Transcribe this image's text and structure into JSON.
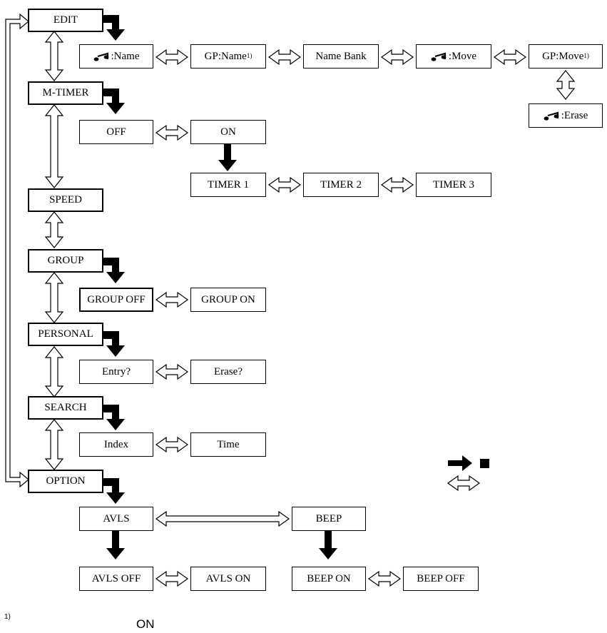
{
  "menu": {
    "edit": "EDIT",
    "mtimer": "M-TIMER",
    "speed": "SPEED",
    "group": "GROUP",
    "personal": "PERSONAL",
    "search": "SEARCH",
    "option": "OPTION"
  },
  "edit_items": {
    "name": ":Name",
    "gp_name": "GP:Name",
    "gp_name_note": "1)",
    "name_bank": "Name Bank",
    "move": ":Move",
    "gp_move": "GP:Move",
    "gp_move_note": "1)",
    "erase": ":Erase"
  },
  "mtimer_items": {
    "off": "OFF",
    "on": "ON",
    "timer1": "TIMER 1",
    "timer2": "TIMER 2",
    "timer3": "TIMER 3"
  },
  "group_items": {
    "off": "GROUP OFF",
    "on": "GROUP ON"
  },
  "personal_items": {
    "entry": "Entry?",
    "erase": "Erase?"
  },
  "search_items": {
    "index": "Index",
    "time": "Time"
  },
  "option_items": {
    "avls": "AVLS",
    "beep": "BEEP",
    "avls_off": "AVLS OFF",
    "avls_on": "AVLS ON",
    "beep_on": "BEEP ON",
    "beep_off": "BEEP OFF"
  },
  "footnote": {
    "marker": "1)",
    "text": "ON"
  },
  "icons": [
    "music-note-icon",
    "black-arrow-icon",
    "black-square-icon",
    "double-arrow-icon"
  ],
  "colors": {
    "line": "#000000",
    "background": "#ffffff"
  }
}
